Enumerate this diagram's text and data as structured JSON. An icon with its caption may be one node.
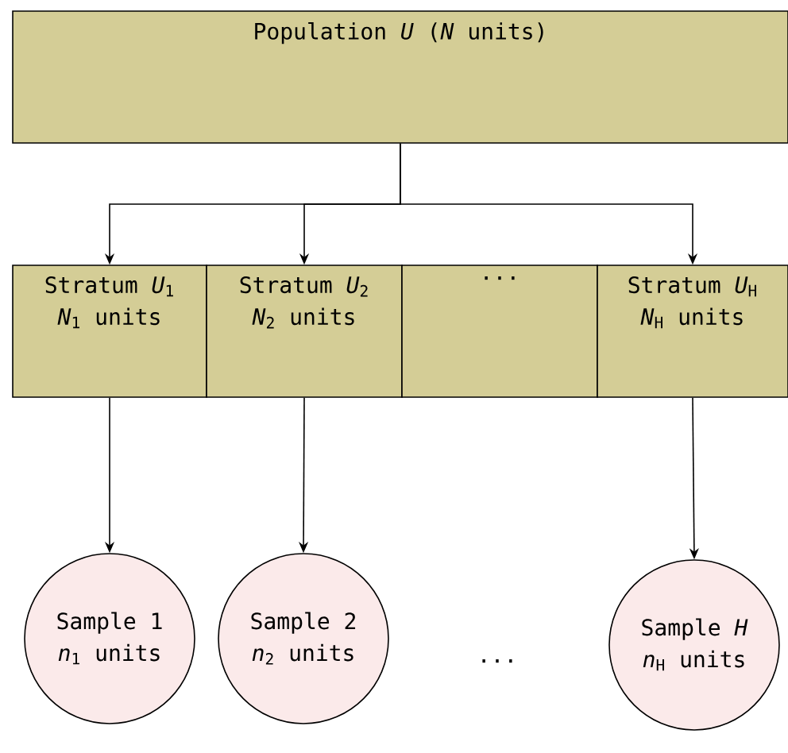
{
  "diagram": {
    "nodes": [
      {
        "text": [
          "Population *U* (*N* units)"
        ]
      },
      {
        "text": [
          "Stratum *U*$_{1}$",
          "*N*$_{1}$ units"
        ]
      },
      {
        "text": [
          "Stratum *U*$_{2}$",
          "*N*$_{2}$ units"
        ]
      },
      {
        "text": [
          "···"
        ]
      },
      {
        "text": [
          "Stratum *U*$_{H}$",
          "*N*$_{H}$ units"
        ]
      },
      {
        "text": [
          "Sample 1",
          "*n*$_{1}$ units"
        ]
      },
      {
        "text": [
          "Sample 2",
          "*n*$_{2}$ units"
        ]
      },
      {
        "text": [
          "Sample *H*",
          "*n*$_{H}$ units"
        ]
      }
    ],
    "edges": [
      {
        "from": 0,
        "to": 1,
        "arrow": "to"
      },
      {
        "from": 0,
        "to": 2,
        "arrow": "to"
      },
      {
        "from": 0,
        "to": 4,
        "arrow": "to"
      },
      {
        "from": 1,
        "to": 5,
        "arrow": "to"
      },
      {
        "from": 2,
        "to": 6,
        "arrow": "to"
      },
      {
        "from": 4,
        "to": 7,
        "arrow": "to"
      }
    ],
    "labels": [
      "···"
    ]
  }
}
